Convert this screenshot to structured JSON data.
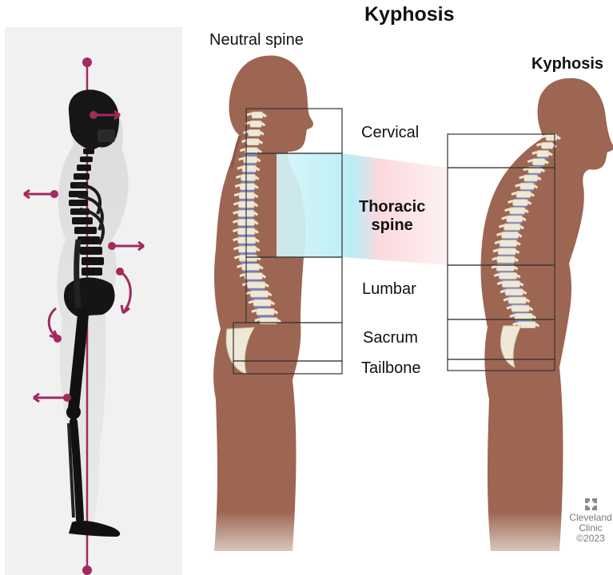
{
  "title": "Kyphosis",
  "left_figure_label": "Neutral spine",
  "right_figure_label": "Kyphosis",
  "regions": {
    "cervical": "Cervical",
    "thoracic_line1": "Thoracic",
    "thoracic_line2": "spine",
    "lumbar": "Lumbar",
    "sacrum": "Sacrum",
    "tailbone": "Tailbone"
  },
  "brand": {
    "line1": "Cleveland",
    "line2": "Clinic",
    "copyright": "©2023"
  },
  "colors": {
    "skin": "#9c6652",
    "bone": "#efe8d6",
    "disc": "#6f7fd0",
    "accent_magenta": "#a3295f",
    "thoracic_band_left": "#c9f1f7",
    "thoracic_band_right": "#fbd6da",
    "frame": "#333333"
  }
}
